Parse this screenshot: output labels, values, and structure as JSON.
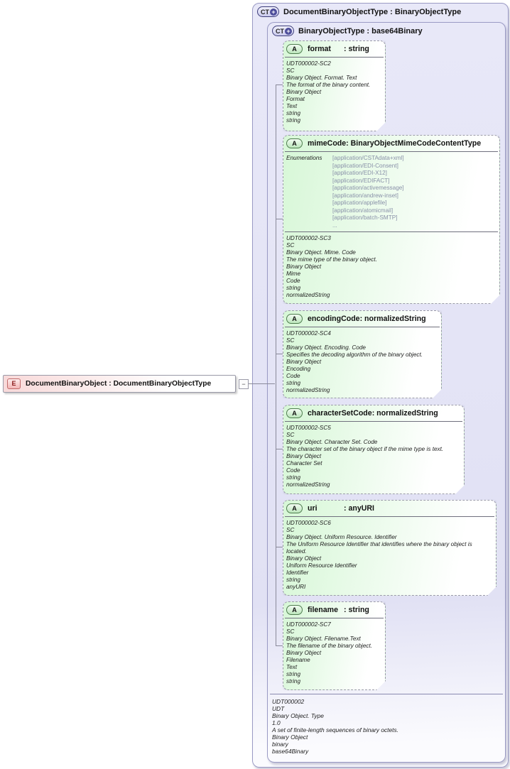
{
  "icons": {
    "ct": "CT",
    "plus": "+",
    "attr": "A",
    "element": "E",
    "collapse": "−"
  },
  "element": {
    "title": "DocumentBinaryObject : DocumentBinaryObjectType"
  },
  "outer_box": {
    "title": "DocumentBinaryObjectType : BinaryObjectType"
  },
  "inner_box": {
    "title": "BinaryObjectType : base64Binary"
  },
  "attributes": [
    {
      "name": "format",
      "type_label": ": string",
      "lines": [
        "UDT000002-SC2",
        "SC",
        "Binary Object. Format. Text",
        "The format of the binary content.",
        "Binary Object",
        "Format",
        "Text",
        "string",
        "string"
      ]
    },
    {
      "name": "mimeCode",
      "type_label": ": BinaryObjectMimeCodeContentType",
      "enum_label": "Enumerations",
      "enums": [
        "[application/CSTAdata+xml]",
        "[application/EDI-Consent]",
        "[application/EDI-X12]",
        "[application/EDIFACT]",
        "[application/activemessage]",
        "[application/andrew-inset]",
        "[application/applefile]",
        "[application/atomicmail]",
        "[application/batch-SMTP]",
        "..."
      ],
      "lines": [
        "UDT000002-SC3",
        "SC",
        "Binary Object. Mime. Code",
        "The mime type of the binary object.",
        "Binary Object",
        "Mime",
        "Code",
        "string",
        "normalizedString"
      ]
    },
    {
      "name": "encodingCode",
      "type_label": ": normalizedString",
      "lines": [
        "UDT000002-SC4",
        "SC",
        "Binary Object. Encoding. Code",
        "Specifies the decoding algorithm of the binary object.",
        "Binary Object",
        "Encoding",
        "Code",
        "string",
        "normalizedString"
      ]
    },
    {
      "name": "characterSetCode",
      "type_label": ": normalizedString",
      "lines": [
        "UDT000002-SC5",
        "SC",
        "Binary Object. Character Set. Code",
        "The character set of the binary object if the mime type is text.",
        "Binary Object",
        "Character Set",
        "Code",
        "string",
        "normalizedString"
      ]
    },
    {
      "name": "uri",
      "type_label": ": anyURI",
      "lines": [
        "UDT000002-SC6",
        "SC",
        "Binary Object. Uniform Resource. Identifier",
        "The Uniform Resource Identifier that identifies where the binary object is located.",
        "Binary Object",
        "Uniform Resource Identifier",
        "Identifier",
        "string",
        "anyURI"
      ]
    },
    {
      "name": "filename",
      "type_label": ": string",
      "lines": [
        "UDT000002-SC7",
        "SC",
        "Binary Object. Filename.Text",
        "The filename of the binary object.",
        "Binary Object",
        "Filename",
        "Text",
        "string",
        "string"
      ]
    }
  ],
  "footer": {
    "lines": [
      "UDT000002",
      "UDT",
      "Binary Object. Type",
      "1.0",
      "A set of finite-length sequences of binary octets.",
      "Binary Object",
      "binary",
      "base64Binary"
    ]
  }
}
